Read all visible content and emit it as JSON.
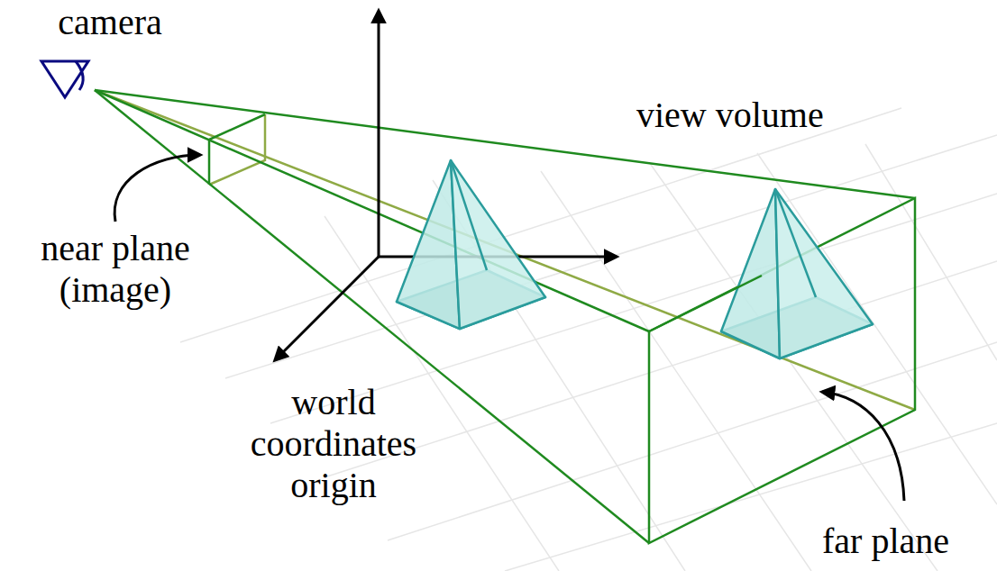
{
  "diagram": {
    "labels": [
      "camera",
      "view volume",
      "near plane (image)",
      "world coordinates origin",
      "far plane"
    ]
  }
}
